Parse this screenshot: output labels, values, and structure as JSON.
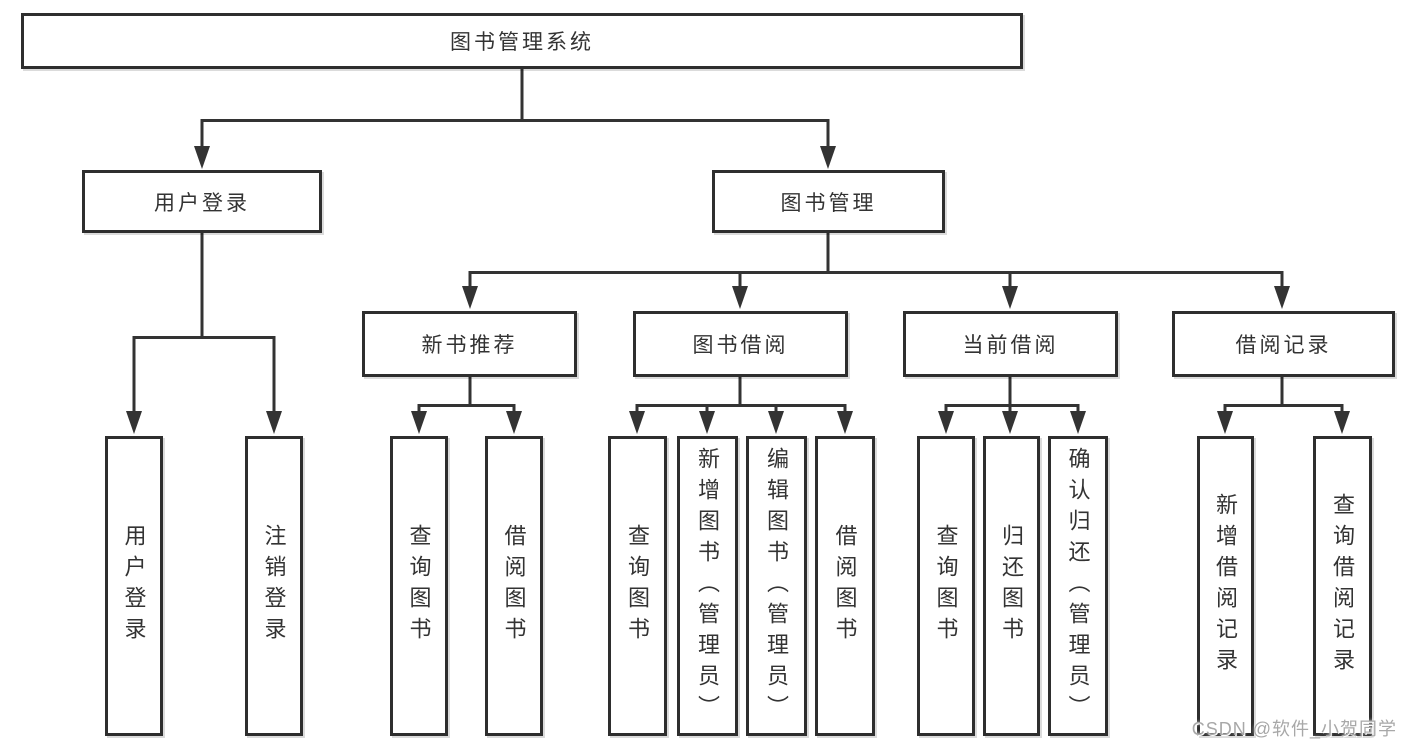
{
  "diagram": {
    "root": {
      "label": "图书管理系统"
    },
    "level1": [
      {
        "label": "用户登录"
      },
      {
        "label": "图书管理"
      }
    ],
    "level2": [
      {
        "label": "新书推荐"
      },
      {
        "label": "图书借阅"
      },
      {
        "label": "当前借阅"
      },
      {
        "label": "借阅记录"
      }
    ],
    "leaves": {
      "user": [
        "用户登录",
        "注销登录"
      ],
      "newbook": [
        "查询图书",
        "借阅图书"
      ],
      "borrow": [
        "查询图书",
        "新增图书（管理员）",
        "编辑图书（管理员）",
        "借阅图书"
      ],
      "current": [
        "查询图书",
        "归还图书",
        "确认归还（管理员）"
      ],
      "records": [
        "新增借阅记录",
        "查询借阅记录"
      ]
    }
  },
  "watermark": {
    "text": "CSDN @软件_小贺同学"
  },
  "colors": {
    "line": "#333333",
    "box_border": "#2e2e2e",
    "box_fill": "#ffffff",
    "text": "#333333",
    "watermark": "#a8a8a8",
    "background": "#ffffff"
  }
}
